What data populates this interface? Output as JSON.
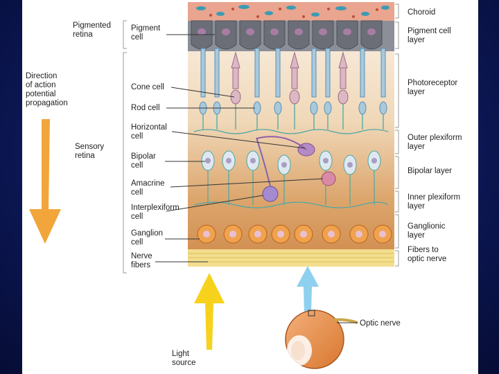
{
  "left_labels": {
    "direction": "Direction\nof action\npotential\npropagation",
    "pigmented_retina": "Pigmented\nretina",
    "sensory_retina": "Sensory\nretina"
  },
  "cell_labels": {
    "pigment_cell": "Pigment\ncell",
    "cone_cell": "Cone cell",
    "rod_cell": "Rod cell",
    "horizontal_cell": "Horizontal\ncell",
    "bipolar_cell": "Bipolar\ncell",
    "amacrine_cell": "Amacrine\ncell",
    "interplexiform_cell": "Interplexiform\ncell",
    "ganglion_cell": "Ganglion\ncell",
    "nerve_fibers": "Nerve\nfibers"
  },
  "layer_labels": {
    "choroid": "Choroid",
    "pigment_cell_layer": "Pigment cell\nlayer",
    "photoreceptor_layer": "Photoreceptor\nlayer",
    "outer_plexiform_layer": "Outer plexiform\nlayer",
    "bipolar_layer": "Bipolar layer",
    "inner_plexiform_layer": "Inner plexiform\nlayer",
    "ganglionic_layer": "Ganglionic\nlayer",
    "fibers_to_optic_nerve": "Fibers to\noptic nerve"
  },
  "bottom_labels": {
    "light_source": "Light\nsource",
    "optic_nerve": "Optic nerve"
  },
  "colors": {
    "arrow_orange": "#f2a53a",
    "arrow_yellow": "#f6d21c",
    "arrow_blue": "#8fd0ee",
    "choroid": "#e9a58f",
    "pigment_cell": "#7a7d86",
    "nerve_fibers": "#f3de8f"
  }
}
